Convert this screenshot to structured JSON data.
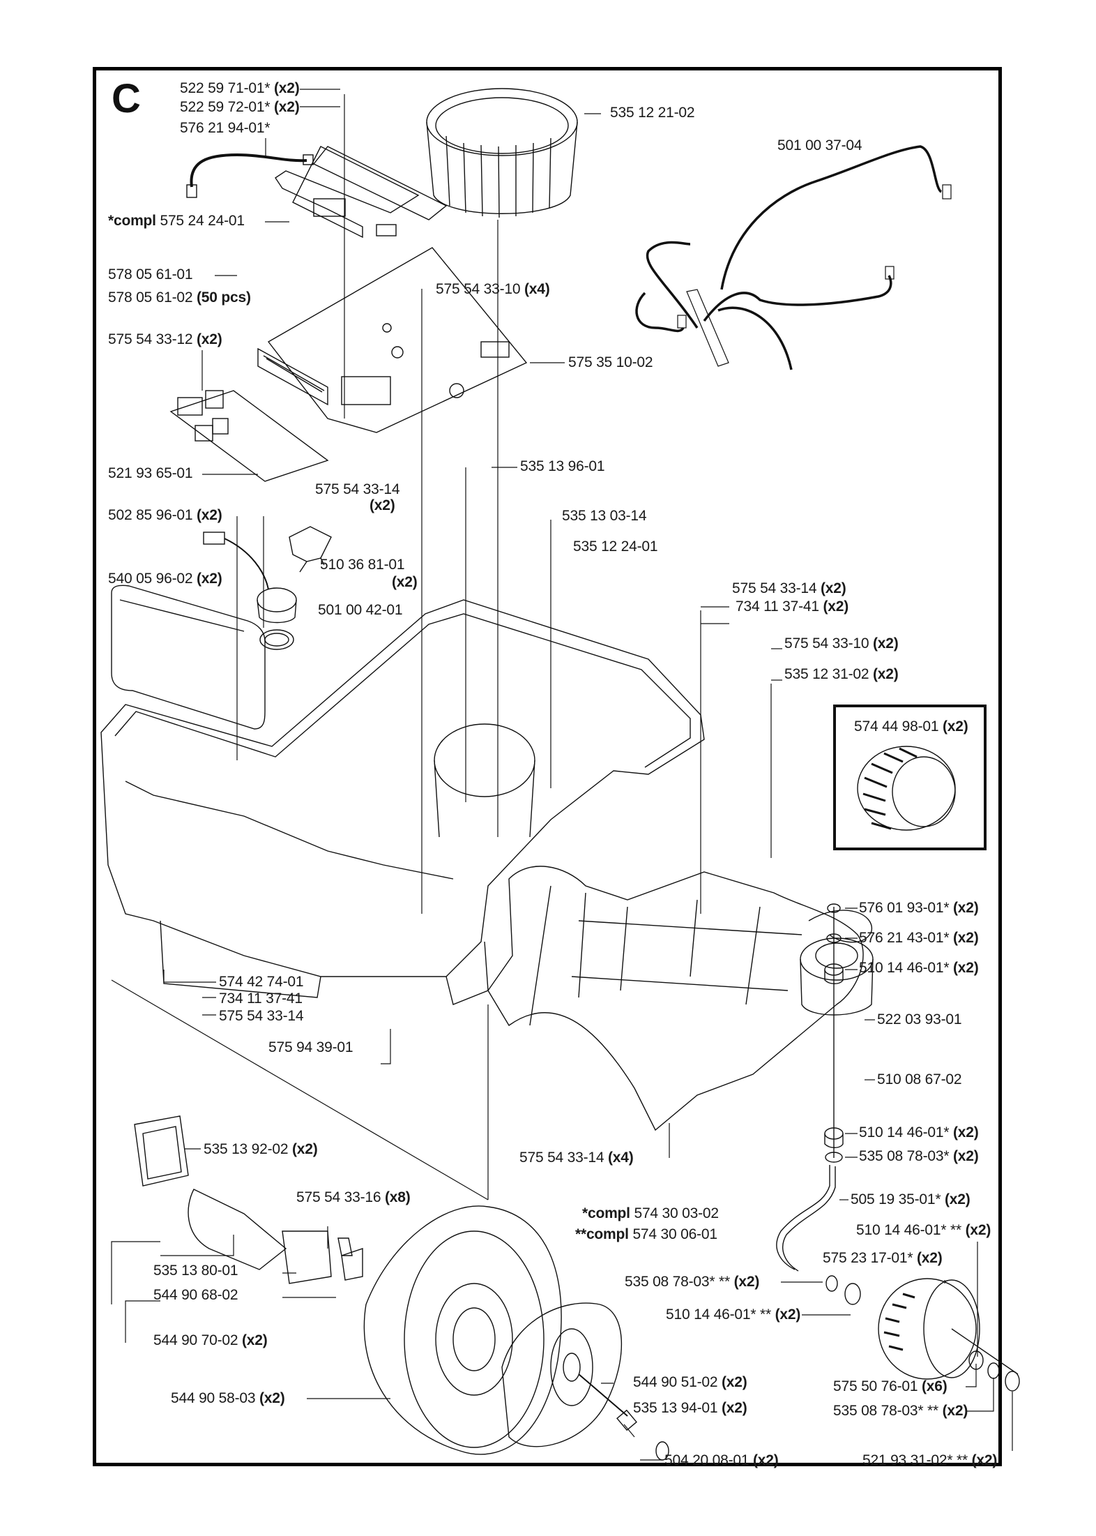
{
  "section_letter": "C",
  "labels": [
    {
      "id": "l1",
      "part": "522 59 71-01*",
      "qty": "(x2)"
    },
    {
      "id": "l2",
      "part": "522 59 72-01*",
      "qty": "(x2)"
    },
    {
      "id": "l3",
      "part": "576 21 94-01*",
      "qty": ""
    },
    {
      "id": "l4",
      "prefix": "*compl",
      "part": "575 24 24-01",
      "qty": ""
    },
    {
      "id": "l5",
      "part": "578 05 61-01",
      "qty": ""
    },
    {
      "id": "l6",
      "part": "578 05 61-02",
      "qty": "(50 pcs)"
    },
    {
      "id": "l7",
      "part": "575 54 33-12",
      "qty": "(x2)"
    },
    {
      "id": "l8",
      "part": "521 93 65-01",
      "qty": ""
    },
    {
      "id": "l9",
      "part": "575 54 33-14",
      "qty": "(x2)"
    },
    {
      "id": "l10",
      "part": "502 85 96-01",
      "qty": "(x2)"
    },
    {
      "id": "l11",
      "part": "510 36 81-01",
      "qty": "(x2)"
    },
    {
      "id": "l12",
      "part": "540 05 96-02",
      "qty": "(x2)"
    },
    {
      "id": "l13",
      "part": "501 00 42-01",
      "qty": ""
    },
    {
      "id": "l14",
      "part": "535 12 21-02",
      "qty": ""
    },
    {
      "id": "l15",
      "part": "501 00 37-04",
      "qty": ""
    },
    {
      "id": "l16",
      "part": "575 54 33-10",
      "qty": "(x4)"
    },
    {
      "id": "l17",
      "part": "575 35 10-02",
      "qty": ""
    },
    {
      "id": "l18",
      "part": "535 13 96-01",
      "qty": ""
    },
    {
      "id": "l19",
      "part": "535 13 03-14",
      "qty": ""
    },
    {
      "id": "l20",
      "part": "535 12 24-01",
      "qty": ""
    },
    {
      "id": "l21",
      "part": "575 54 33-14",
      "qty": "(x2)"
    },
    {
      "id": "l22",
      "part": "734 11 37-41",
      "qty": "(x2)"
    },
    {
      "id": "l23",
      "part": "575 54 33-10",
      "qty": "(x2)"
    },
    {
      "id": "l24",
      "part": "535 12 31-02",
      "qty": "(x2)"
    },
    {
      "id": "l25",
      "part": "574 44 98-01",
      "qty": "(x2)"
    },
    {
      "id": "l26",
      "part": "576 01 93-01*",
      "qty": "(x2)"
    },
    {
      "id": "l27",
      "part": "576 21 43-01*",
      "qty": "(x2)"
    },
    {
      "id": "l28",
      "part": "510 14 46-01*",
      "qty": "(x2)"
    },
    {
      "id": "l29",
      "part": "522 03 93-01",
      "qty": ""
    },
    {
      "id": "l30",
      "part": "510 08 67-02",
      "qty": ""
    },
    {
      "id": "l31",
      "part": "510 14 46-01*",
      "qty": "(x2)"
    },
    {
      "id": "l32",
      "part": "535 08 78-03*",
      "qty": "(x2)"
    },
    {
      "id": "l33",
      "part": "574 42 74-01",
      "qty": ""
    },
    {
      "id": "l34",
      "part": "734 11 37-41",
      "qty": ""
    },
    {
      "id": "l35",
      "part": "575 54 33-14",
      "qty": ""
    },
    {
      "id": "l36",
      "part": "575 94 39-01",
      "qty": ""
    },
    {
      "id": "l37",
      "part": "575 54 33-14",
      "qty": "(x4)"
    },
    {
      "id": "l38",
      "part": "535 13 92-02",
      "qty": "(x2)"
    },
    {
      "id": "l39",
      "part": "575 54 33-16",
      "qty": "(x8)"
    },
    {
      "id": "l40",
      "part": "535 13 80-01",
      "qty": ""
    },
    {
      "id": "l41",
      "part": "544 90 68-02",
      "qty": ""
    },
    {
      "id": "l42",
      "part": "544 90 70-02",
      "qty": "(x2)"
    },
    {
      "id": "l43",
      "prefix": "*compl",
      "part": "574 30 03-02",
      "qty": ""
    },
    {
      "id": "l44",
      "prefix": "**compl",
      "part": "574 30 06-01",
      "qty": ""
    },
    {
      "id": "l45",
      "part": "505 19 35-01*",
      "qty": "(x2)"
    },
    {
      "id": "l46",
      "part": "510 14 46-01* **",
      "qty": "(x2)"
    },
    {
      "id": "l47",
      "part": "575 23 17-01*",
      "qty": "(x2)"
    },
    {
      "id": "l48",
      "part": "535 08 78-03* **",
      "qty": "(x2)"
    },
    {
      "id": "l49",
      "part": "510 14 46-01* **",
      "qty": "(x2)"
    },
    {
      "id": "l50",
      "part": "544 90 51-02",
      "qty": "(x2)"
    },
    {
      "id": "l51",
      "part": "544 90 58-03",
      "qty": "(x2)"
    },
    {
      "id": "l52",
      "part": "535 13 94-01",
      "qty": "(x2)"
    },
    {
      "id": "l53",
      "part": "504 20 08-01",
      "qty": "(x2)"
    },
    {
      "id": "l54",
      "part": "575 50 76-01",
      "qty": "(x6)"
    },
    {
      "id": "l55",
      "part": "535 08 78-03* **",
      "qty": "(x2)"
    },
    {
      "id": "l56",
      "part": "521 93 31-02* **",
      "qty": "(x2)"
    }
  ]
}
